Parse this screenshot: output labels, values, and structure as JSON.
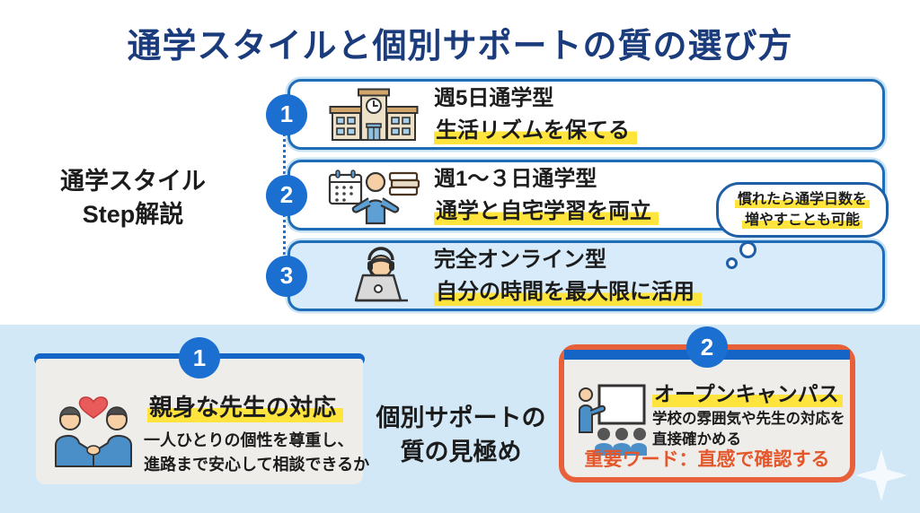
{
  "title": "通学スタイルと個別サポートの質の選び方",
  "colors": {
    "title_navy": "#1a3b7c",
    "accent_blue": "#1a6fd0",
    "step_border_blue": "#1f6db6",
    "online_step_fill": "#d7ebfa",
    "highlight_yellow": "#ffe43e",
    "bottom_section_blue": "#d2e8f6",
    "card_bar_blue": "#1565c6",
    "card2_border_orange": "#e8603a",
    "keyword_orange": "#e4572b"
  },
  "steps_section": {
    "label_line1": "通学スタイル",
    "label_line2": "Step解説",
    "steps": [
      {
        "number": "1",
        "icon": "school-building-icon",
        "line1": "週5日通学型",
        "line2": "生活リズムを保てる"
      },
      {
        "number": "2",
        "icon": "calendar-person-books-icon",
        "line1": "週1〜３日通学型",
        "line2": "通学と自宅学習を両立"
      },
      {
        "number": "3",
        "icon": "online-student-laptop-icon",
        "line1": "完全オンライン型",
        "line2": "自分の時間を最大限に活用"
      }
    ],
    "bubble": {
      "line1": "慣れたら通学日数を",
      "line2": "増やすことも可能"
    }
  },
  "support_section": {
    "label_line1": "個別サポートの",
    "label_line2": "質の見極め",
    "cards": [
      {
        "number": "1",
        "icon": "handshake-heart-icon",
        "title": "親身な先生の対応",
        "body_line1": "一人ひとりの個性を尊重し、",
        "body_line2": "進路まで安心して相談できるか"
      },
      {
        "number": "2",
        "icon": "open-campus-presentation-icon",
        "title": "オープンキャンパス",
        "body_line1": "学校の雰囲気や先生の対応を",
        "body_line2": "直接確かめる",
        "keyword": "重要ワード：直感で確認する"
      }
    ]
  }
}
